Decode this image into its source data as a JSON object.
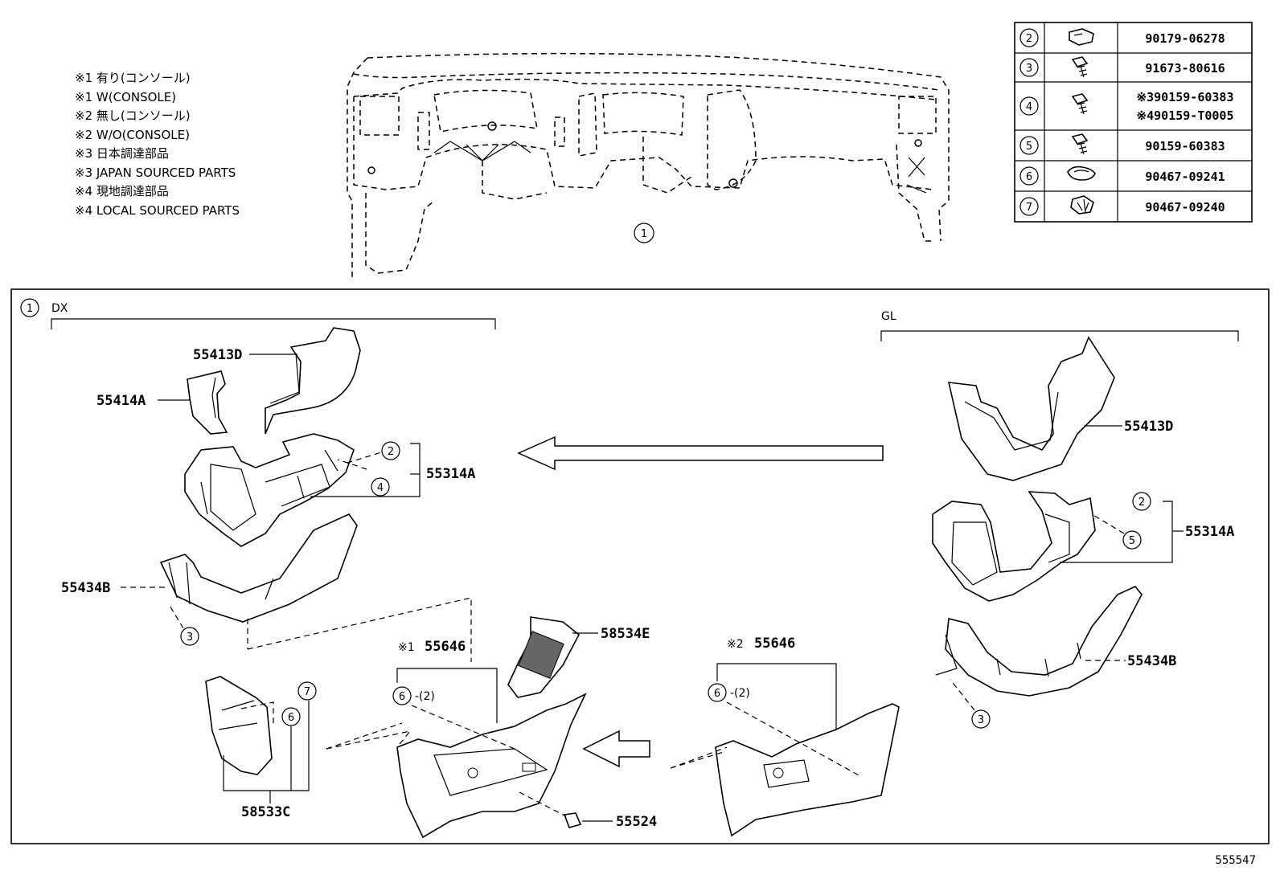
{
  "notes": [
    "※1 有り(コンソール)",
    "※1 W(CONSOLE)",
    "※2 無し(コンソール)",
    "※2 W/O(CONSOLE)",
    "※3 日本調達部品",
    "※3 JAPAN SOURCED PARTS",
    "※4 現地調達部品",
    "※4 LOCAL SOURCED PARTS"
  ],
  "parts_table": [
    {
      "num": "2",
      "icon": "clip-nut-icon",
      "part": "90179-06278"
    },
    {
      "num": "3",
      "icon": "screw-icon",
      "part": "91673-80616"
    },
    {
      "num": "4",
      "icon": "screw-icon",
      "part": "※390159-60383",
      "part2": "※490159-T0005"
    },
    {
      "num": "5",
      "icon": "screw-icon",
      "part": "90159-60383"
    },
    {
      "num": "6",
      "icon": "clip-icon",
      "part": "90467-09241"
    },
    {
      "num": "7",
      "icon": "clip-icon",
      "part": "90467-09240"
    }
  ],
  "top_callout": "1",
  "panel": {
    "callout": "1",
    "dx_label": "DX",
    "gl_label": "GL"
  },
  "labels": {
    "dx_55413D": "55413D",
    "dx_55414A": "55414A",
    "dx_55314A": "55314A",
    "dx_55434B": "55434B",
    "dx_58534E": "58534E",
    "dx_55646_mark": "※1",
    "dx_55646": "55646",
    "dx_58533C": "58533C",
    "dx_55524": "55524",
    "gl_55413D": "55413D",
    "gl_55314A": "55314A",
    "gl_55434B": "55434B",
    "gl_55646_mark": "※2",
    "gl_55646": "55646",
    "qty_2a": "-(2)",
    "qty_2b": "-(2)"
  },
  "callouts": {
    "c2": "2",
    "c3": "3",
    "c4": "4",
    "c5": "5",
    "c6": "6",
    "c7": "7"
  },
  "figure_id": "555547"
}
